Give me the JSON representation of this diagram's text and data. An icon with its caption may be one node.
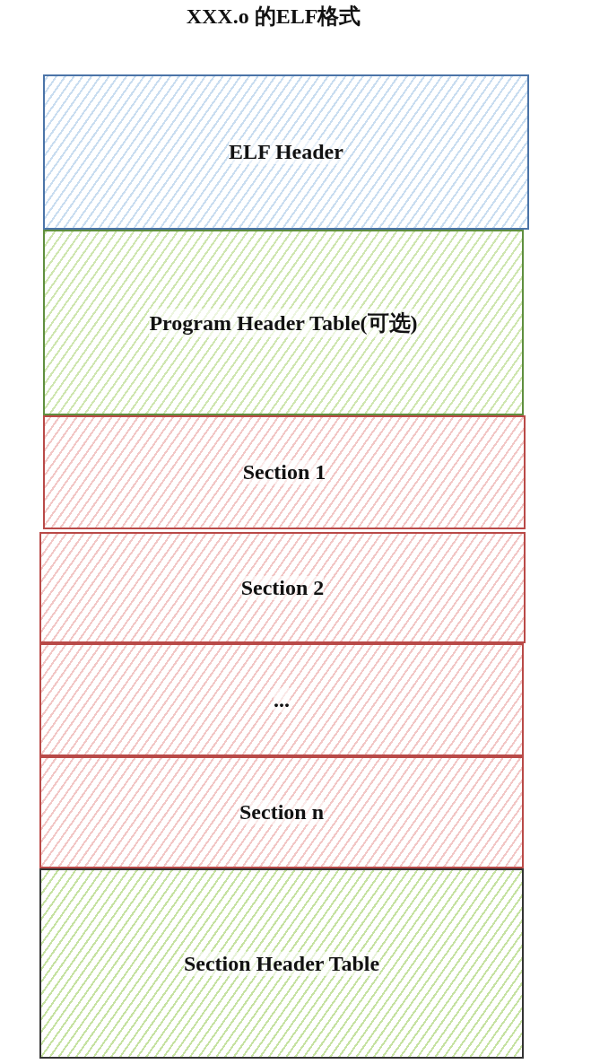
{
  "diagram": {
    "title": "XXX.o 的ELF格式",
    "nodes": [
      {
        "text": [
          "ELF Header"
        ]
      },
      {
        "text": [
          "Program Header Table(可选)"
        ]
      },
      {
        "text": [
          "Section 1"
        ]
      },
      {
        "text": [
          "Section 2"
        ]
      },
      {
        "text": [
          "..."
        ]
      },
      {
        "text": [
          "Section n"
        ]
      },
      {
        "text": [
          "Section Header Table"
        ]
      }
    ],
    "edges": []
  }
}
